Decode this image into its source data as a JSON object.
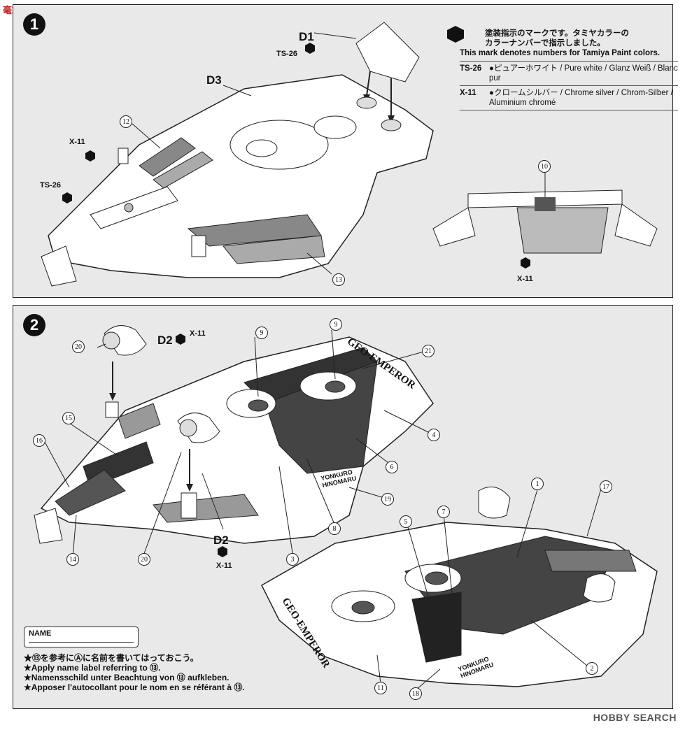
{
  "logo": {
    "text": "毫末网"
  },
  "step1": {
    "number": "1",
    "labels": {
      "d1": "D1",
      "ts26_top": "TS-26",
      "d3": "D3",
      "x11_left": "X-11",
      "ts26_left": "TS-26",
      "x11_right": "X-11",
      "c12": "12",
      "c13": "13",
      "c10": "10"
    },
    "legend": {
      "header_jp_1": "塗装指示のマークです。タミヤカラーの",
      "header_jp_2": "カラーナンバーで指示しました。",
      "header_en": "This mark denotes numbers for Tamiya Paint colors.",
      "rows": [
        {
          "code": "TS-26",
          "text": "●ピュアーホワイト / Pure white / Glanz Weiß / Blanc pur"
        },
        {
          "code": "X-11",
          "text": "●クロームシルバー / Chrome silver / Chrom-Silber / Aluminium chromé"
        }
      ]
    }
  },
  "step2": {
    "number": "2",
    "labels": {
      "d2_top": "D2",
      "x11_top": "X-11",
      "d2_bottom": "D2",
      "x11_bottom": "X-11",
      "geo1": "GEO-EMPEROR",
      "geo2": "GEO-EMPEROR",
      "yonkuro1": "YONKURO HINOMARU",
      "yonkuro2": "YONKURO HINOMARU",
      "c20a": "20",
      "c20b": "20",
      "c9a": "9",
      "c9b": "9",
      "c21": "21",
      "c4": "4",
      "c15": "15",
      "c16": "16",
      "c6": "6",
      "c19": "19",
      "c14": "14",
      "c8": "8",
      "c3": "3",
      "c1": "1",
      "c17": "17",
      "c5": "5",
      "c7": "7",
      "c2": "2",
      "c11": "11",
      "c18": "18"
    },
    "namebox": {
      "label": "NAME"
    },
    "notes": [
      "★⑬を参考にⒶに名前を書いてはっておこう。",
      "★Apply name label referring to ⑬.",
      "★Namensschild unter Beachtung von ⑬ aufkleben.",
      "★Apposer l'autocollant pour le nom en se référant à ⑬."
    ]
  },
  "credit": {
    "text": "HOBBY SEARCH"
  }
}
